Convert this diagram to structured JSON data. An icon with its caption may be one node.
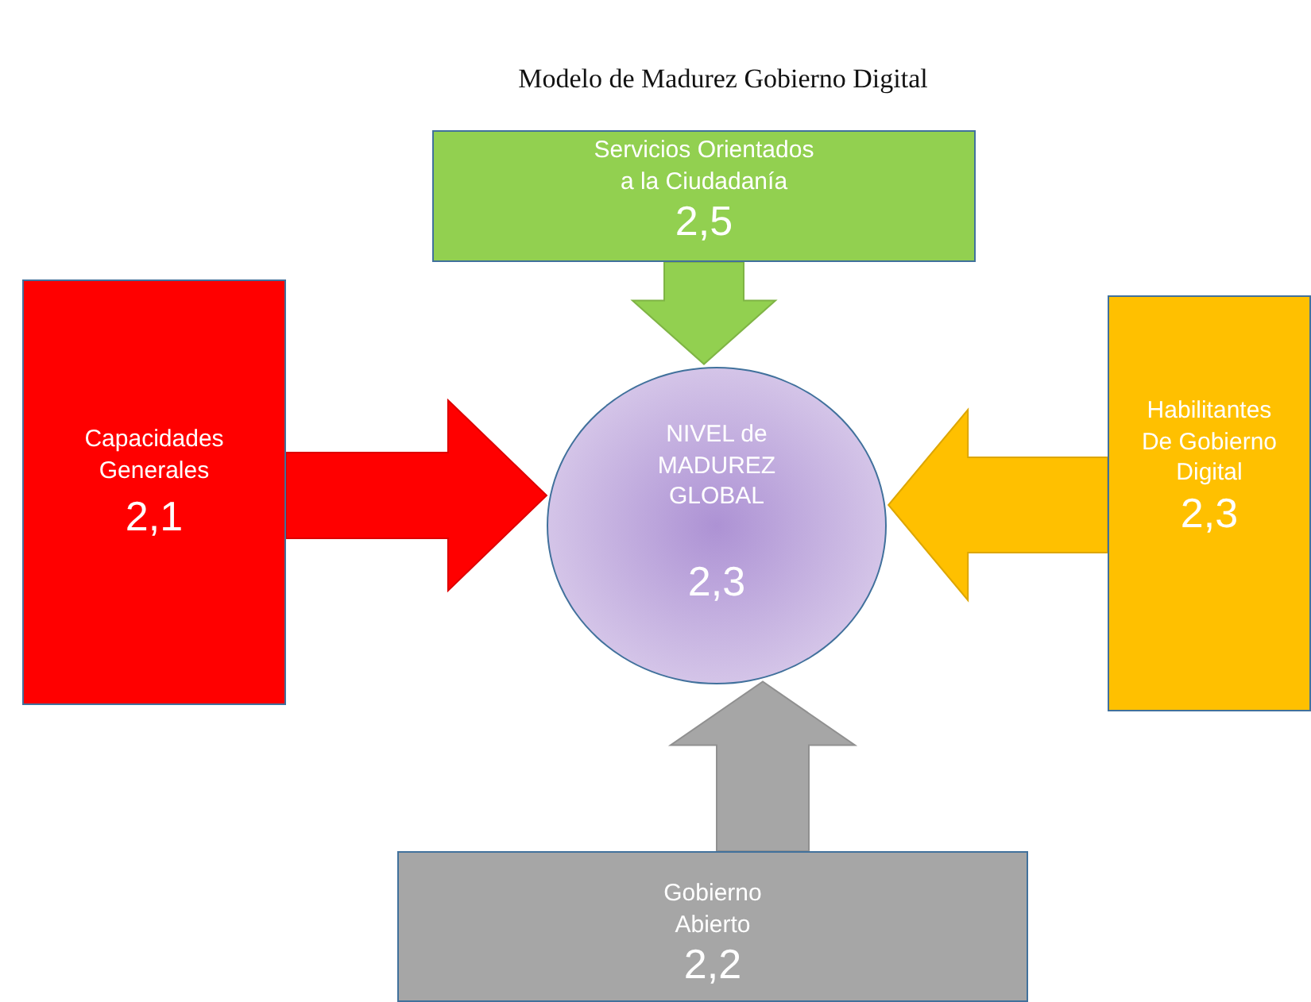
{
  "diagram": {
    "title": "Modelo de Madurez Gobierno Digital",
    "nodes": [
      {
        "text": [
          "NIVEL de MADUREZ GLOBAL",
          "2,3"
        ]
      },
      {
        "text": [
          "Servicios Orientados a la Ciudadanía",
          "2,5"
        ]
      },
      {
        "text": [
          "Capacidades Generales",
          "2,1"
        ]
      },
      {
        "text": [
          "Habilitantes De Gobierno Digital",
          "2,3"
        ]
      },
      {
        "text": [
          "Gobierno Abierto",
          "2,2"
        ]
      }
    ],
    "edges": [
      {
        "from": 1,
        "to": 0,
        "arrow": "to",
        "color": "#92d050"
      },
      {
        "from": 2,
        "to": 0,
        "arrow": "to",
        "color": "#ff0000"
      },
      {
        "from": 3,
        "to": 0,
        "arrow": "to",
        "color": "#ffc000"
      },
      {
        "from": 4,
        "to": 0,
        "arrow": "to",
        "color": "#a6a6a6"
      }
    ]
  }
}
